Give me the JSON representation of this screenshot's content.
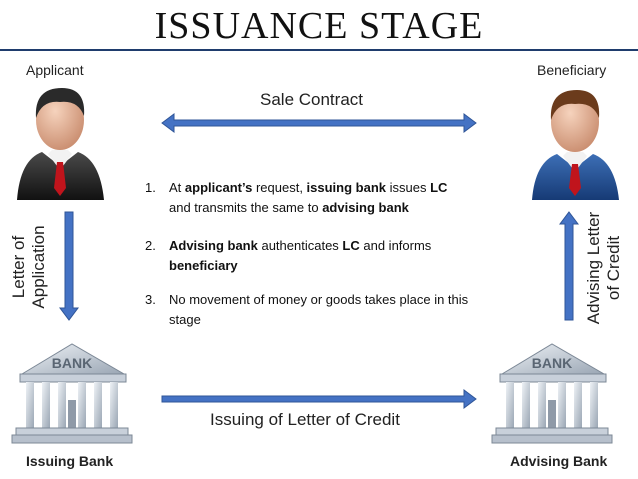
{
  "title": "ISSUANCE STAGE",
  "parties": {
    "applicant": "Applicant",
    "beneficiary": "Beneficiary",
    "issuing_bank": "Issuing Bank",
    "advising_bank": "Advising  Bank"
  },
  "bank_sign": "BANK",
  "flows": {
    "sale_contract": "Sale Contract",
    "letter_of_application_line1": "Letter of",
    "letter_of_application_line2": "Application",
    "issuing_lc": "Issuing of Letter of Credit",
    "advising_line1": "Advising Letter",
    "advising_line2": "of Credit"
  },
  "steps": [
    {
      "number": "1.",
      "line1": [
        {
          "t": "At ",
          "b": false
        },
        {
          "t": "applicant’s",
          "b": true
        },
        {
          "t": " request, ",
          "b": false
        },
        {
          "t": "issuing bank",
          "b": true
        },
        {
          "t": " issues ",
          "b": false
        },
        {
          "t": "LC",
          "b": true
        }
      ],
      "line2": [
        {
          "t": "and transmits the same to ",
          "b": false
        },
        {
          "t": "advising bank",
          "b": true
        }
      ]
    },
    {
      "number": "2.",
      "line1": [
        {
          "t": "Advising bank",
          "b": true
        },
        {
          "t": " authenticates ",
          "b": false
        },
        {
          "t": "LC",
          "b": true
        },
        {
          "t": " and informs",
          "b": false
        }
      ],
      "line2": [
        {
          "t": "beneficiary",
          "b": true
        }
      ]
    },
    {
      "number": "3.",
      "line1": [
        {
          "t": "No movement of money or goods takes place in this",
          "b": false
        }
      ],
      "line2": [
        {
          "t": "stage",
          "b": false
        }
      ]
    }
  ],
  "colors": {
    "arrow": "#4472c4",
    "rule": "#1f3c6d"
  },
  "icons": [
    "person-icon",
    "bank-icon"
  ]
}
